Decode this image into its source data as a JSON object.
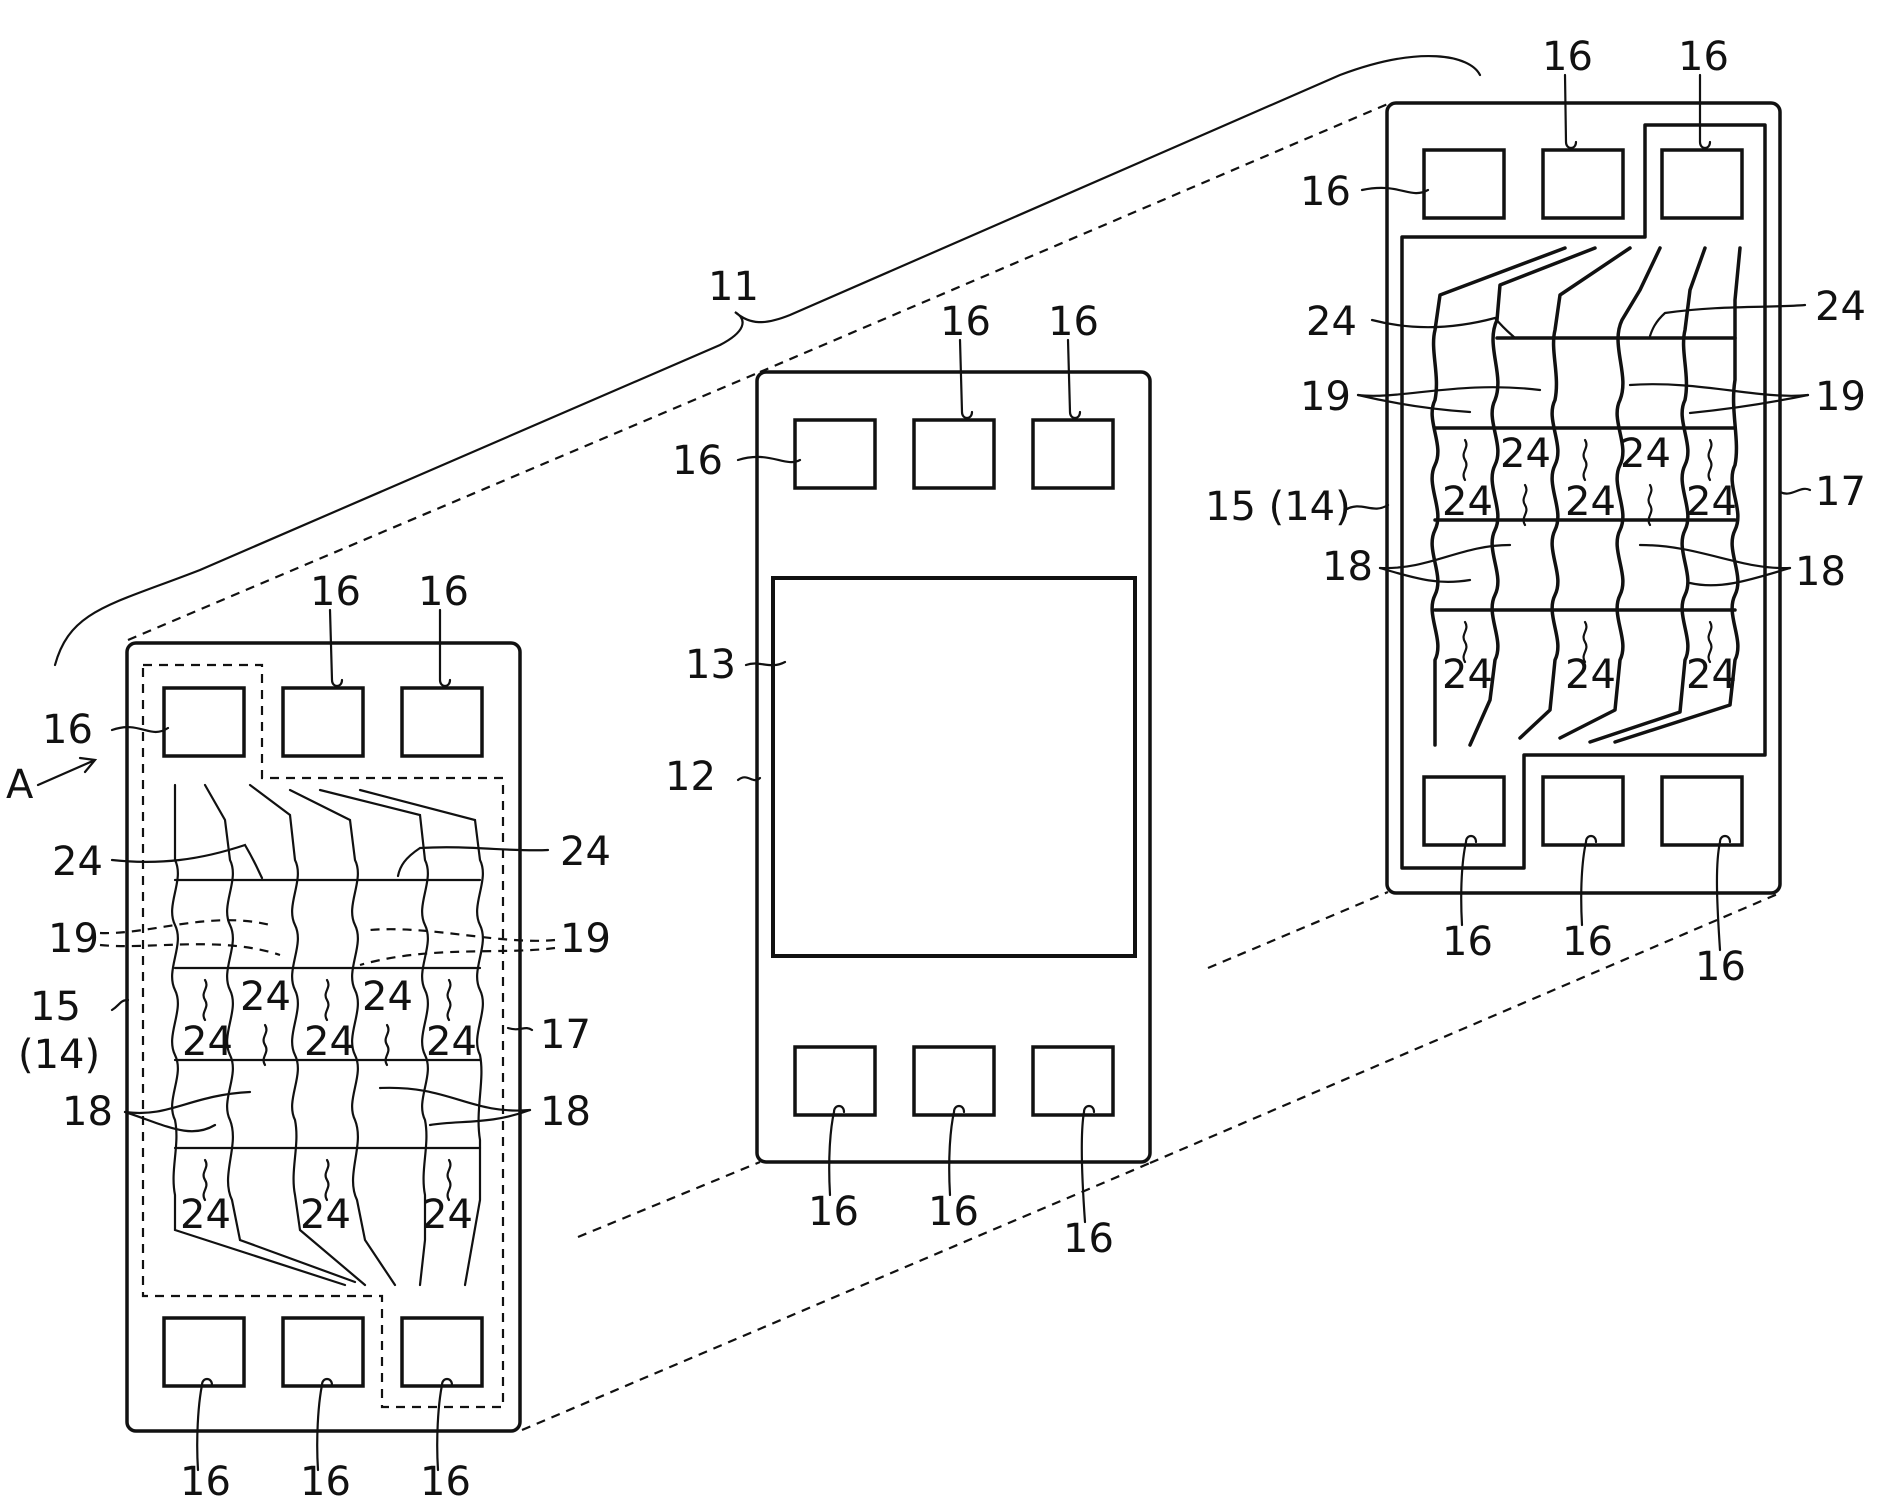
{
  "labels": {
    "assembly": "11",
    "substrate": "12",
    "chip_region": "13",
    "layer_ref": "15 (14)",
    "layer_ref_line1": "15",
    "layer_ref_line2": "(14)",
    "pad": "16",
    "boundary": "17",
    "wire_group": "18",
    "wire_crossing": "19",
    "wire": "24",
    "view_arrow": "A"
  },
  "colors": {
    "line": "#111111",
    "background": "#ffffff"
  }
}
